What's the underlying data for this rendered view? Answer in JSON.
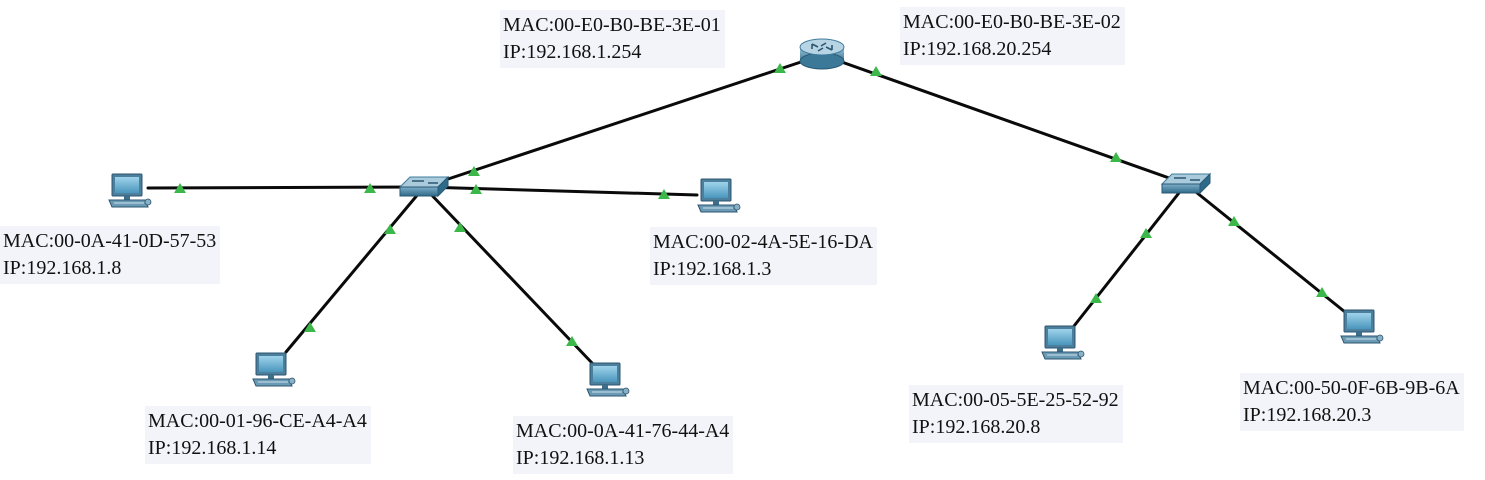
{
  "network": {
    "router": {
      "name": "router-icon",
      "interfaces": [
        {
          "mac": "MAC:00-E0-B0-BE-3E-01",
          "ip": "IP:192.168.1.254"
        },
        {
          "mac": "MAC:00-E0-B0-BE-3E-02",
          "ip": "IP:192.168.20.254"
        }
      ]
    },
    "switches": [
      "switch-left",
      "switch-right"
    ],
    "hosts": [
      {
        "id": "pc-1",
        "mac": "MAC:00-0A-41-0D-57-53",
        "ip": "IP:192.168.1.8"
      },
      {
        "id": "pc-2",
        "mac": "MAC:00-02-4A-5E-16-DA",
        "ip": "IP:192.168.1.3"
      },
      {
        "id": "pc-3",
        "mac": "MAC:00-01-96-CE-A4-A4",
        "ip": "IP:192.168.1.14"
      },
      {
        "id": "pc-4",
        "mac": "MAC:00-0A-41-76-44-A4",
        "ip": "IP:192.168.1.13"
      },
      {
        "id": "pc-5",
        "mac": "MAC:00-05-5E-25-52-92",
        "ip": "IP:192.168.20.8"
      },
      {
        "id": "pc-6",
        "mac": "MAC:00-50-0F-6B-9B-6A",
        "ip": "IP:192.168.20.3"
      }
    ],
    "colors": {
      "cable": "#0a0a0a",
      "link_light": "#3cb84a",
      "label_bg": "#f3f4f9",
      "device_blue": "#4a86a8"
    }
  }
}
